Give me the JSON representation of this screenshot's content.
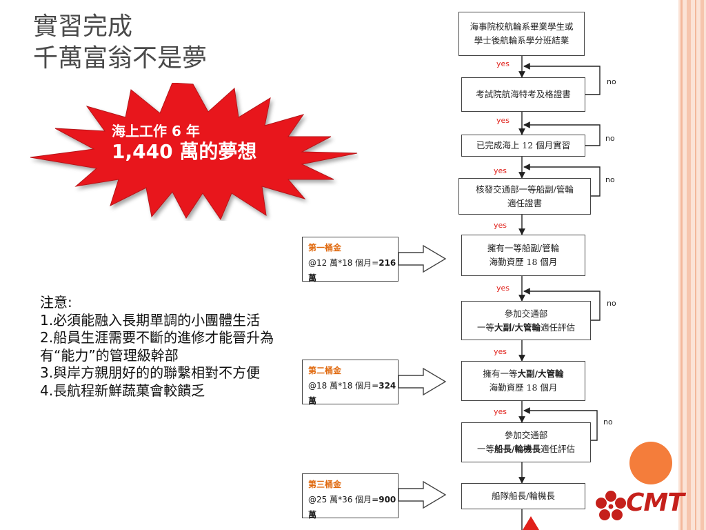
{
  "title": {
    "line1": "實習完成",
    "line2": "千萬富翁不是夢"
  },
  "burst": {
    "line1": "海上工作 6 年",
    "line2": "1,440 萬的夢想"
  },
  "notes": {
    "heading": "注意:",
    "items": [
      "1.必須能融入長期單調的小團體生活",
      "2.船員生涯需要不斷的進修才能晉升為有“能力”的管理級幹部",
      "3.與岸方親朋好的的聯繫相對不方便",
      "4.長航程新鮮蔬菓會較饋乏"
    ]
  },
  "flow": {
    "step1": {
      "line1": "海事院校航輪系畢業學生或",
      "line2": "學士後航輪系學分班結業"
    },
    "step2": {
      "line1": "考試院航海特考及格證書"
    },
    "step3": {
      "line1": "已完成海上 12 個月實習"
    },
    "step4": {
      "line1": "核發交通部一等船副/管輪",
      "line2": "適任證書"
    },
    "step5": {
      "line1": "擁有一等船副/管輪",
      "line2": "海勤資歷 18 個月"
    },
    "step6": {
      "line1": "參加交通部",
      "line2a": "一等",
      "line2b": "大副/大管輪",
      "line2c": "適任評估"
    },
    "step7": {
      "line1a": "擁有一等",
      "line1b": "大副/大管輪",
      "line2": "海勤資歷 18 個月"
    },
    "step8": {
      "line1": "參加交通部",
      "line2a": "一等",
      "line2b": "船長/輪機長",
      "line2c": "適任評估"
    },
    "step9": {
      "line1": "船隊船長/輪機長"
    },
    "yes": "yes",
    "no": "no"
  },
  "buckets": [
    {
      "name": "第一桶金",
      "calc": "@12 萬*18 個月=",
      "total": "216 萬"
    },
    {
      "name": "第二桶金",
      "calc": "@18 萬*18 個月=",
      "total": "324 萬"
    },
    {
      "name": "第三桶金",
      "calc": "@25 萬*36 個月=",
      "total": "900 萬"
    }
  ],
  "logo": {
    "text": "CMT"
  },
  "colors": {
    "burst": "#e8141b",
    "accent_orange": "#f47d3b",
    "yes_red": "#e0201a",
    "bucket_orange": "#e06a10",
    "logo_red": "#c5201b"
  }
}
